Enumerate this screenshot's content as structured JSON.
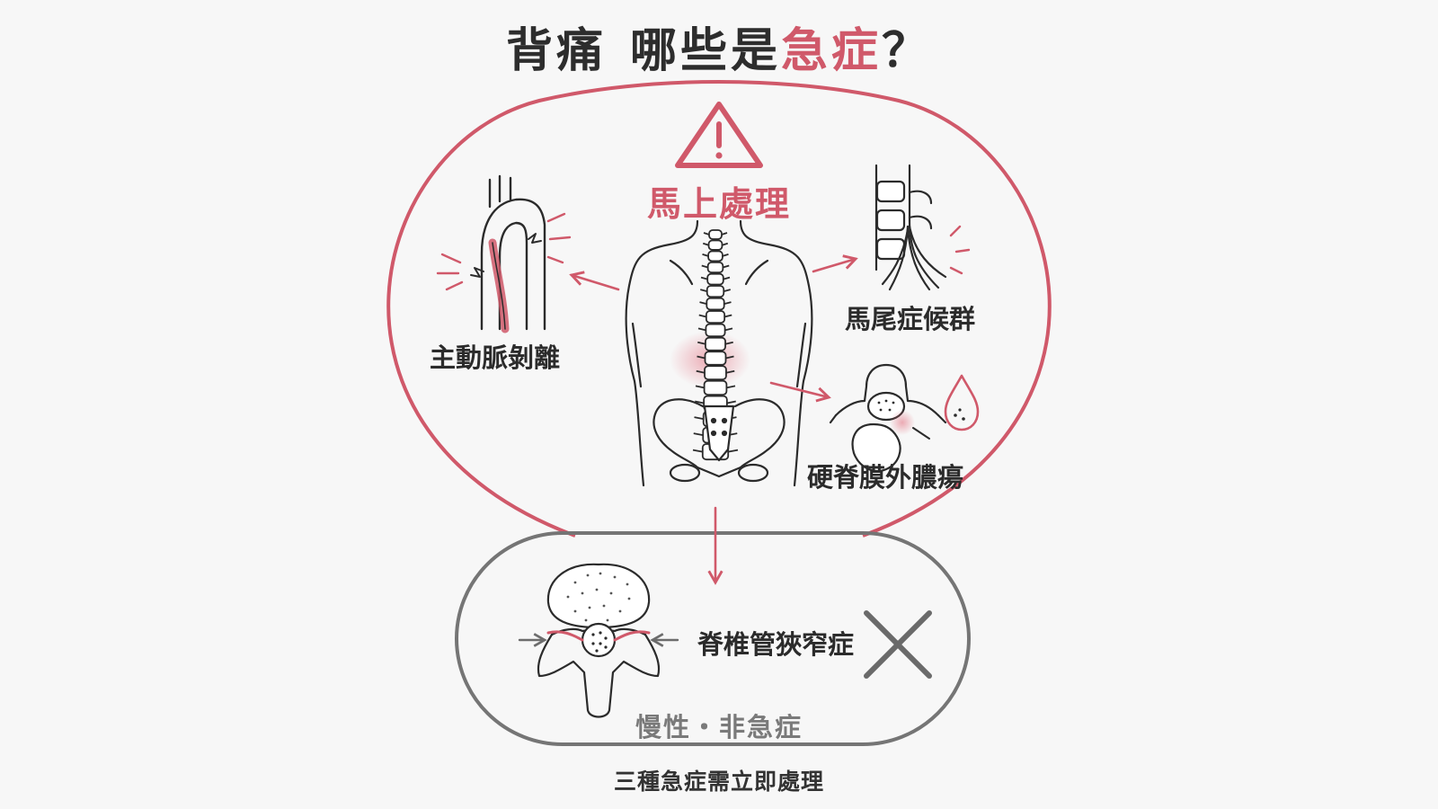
{
  "title": {
    "part1": "背痛",
    "part2": "哪些是",
    "accent": "急症",
    "mark": "？"
  },
  "urgent_label": "馬上處理",
  "conditions": {
    "aortic_dissection": "主動脈剝離",
    "cauda_equina": "馬尾症候群",
    "epidural_abscess": "硬脊膜外膿瘍"
  },
  "non_urgent": {
    "condition": "脊椎管狹窄症",
    "status": "慢性・非急症"
  },
  "caption": "三種急症需立即處理",
  "colors": {
    "accent": "#d0596a",
    "line": "#2b2b2b",
    "gray": "#7a7a7a",
    "background": "#f7f7f7"
  },
  "icons": [
    "warning-icon",
    "cross-icon",
    "drop-icon"
  ]
}
